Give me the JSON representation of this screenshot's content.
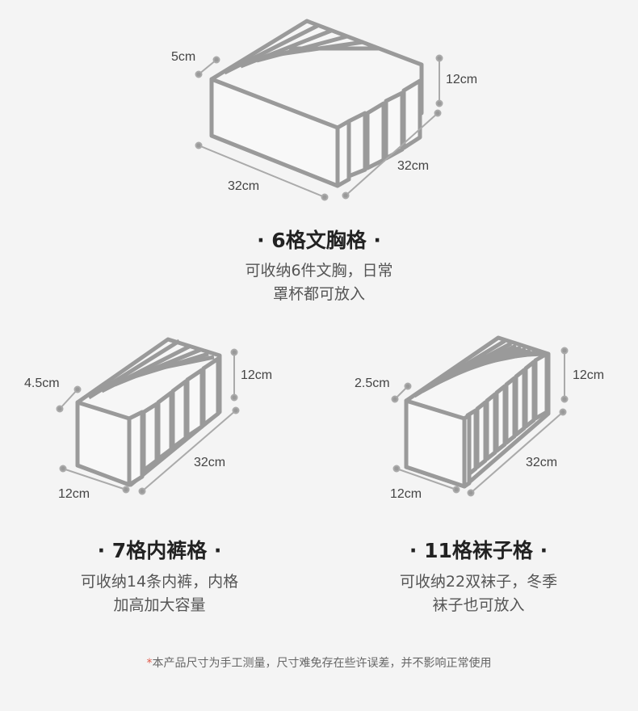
{
  "products": [
    {
      "id": "bra",
      "title": "· 6格文胸格 ·",
      "desc_line1": "可收纳6件文胸，日常",
      "desc_line2": "罩杯都可放入",
      "dims": {
        "height": "12cm",
        "length": "32cm",
        "width": "32cm",
        "divider": "5cm"
      }
    },
    {
      "id": "underwear",
      "title": "· 7格内裤格 ·",
      "desc_line1": "可收纳14条内裤，内格",
      "desc_line2": "加高加大容量",
      "dims": {
        "height": "12cm",
        "length": "32cm",
        "width": "12cm",
        "divider": "4.5cm"
      }
    },
    {
      "id": "socks",
      "title": "· 11格袜子格 ·",
      "desc_line1": "可收纳22双袜子，冬季",
      "desc_line2": "袜子也可放入",
      "dims": {
        "height": "12cm",
        "length": "32cm",
        "width": "12cm",
        "divider": "2.5cm"
      }
    }
  ],
  "footnote": {
    "star": "*",
    "text": "本产品尺寸为手工测量，尺寸难免存在些许误差，并不影响正常使用"
  },
  "colors": {
    "background": "#f4f4f4",
    "box_stroke": "#9a9a9a",
    "box_fill": "#f8f8f8",
    "dim_line": "#aaaaaa"
  }
}
